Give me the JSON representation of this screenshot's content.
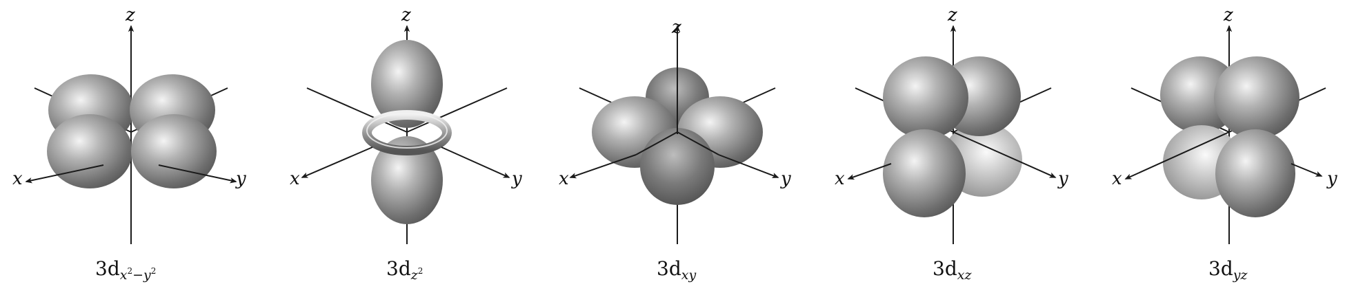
{
  "panels": [
    {
      "axes": {
        "x": "x",
        "y": "y",
        "z": "z"
      },
      "caption": {
        "prefix": "3d",
        "sub_base": "x",
        "sub_sup1": "2",
        "sub_mid": "−y",
        "sub_sup2": "2",
        "sub_tail": ""
      }
    },
    {
      "axes": {
        "x": "x",
        "y": "y",
        "z": "z"
      },
      "caption": {
        "prefix": "3d",
        "sub_base": "z",
        "sub_sup1": "2",
        "sub_mid": "",
        "sub_sup2": "",
        "sub_tail": ""
      }
    },
    {
      "axes": {
        "x": "x",
        "y": "y",
        "z": "z"
      },
      "caption": {
        "prefix": "3d",
        "sub_base": "xy",
        "sub_sup1": "",
        "sub_mid": "",
        "sub_sup2": "",
        "sub_tail": ""
      }
    },
    {
      "axes": {
        "x": "x",
        "y": "y",
        "z": "z"
      },
      "caption": {
        "prefix": "3d",
        "sub_base": "xz",
        "sub_sup1": "",
        "sub_mid": "",
        "sub_sup2": "",
        "sub_tail": ""
      }
    },
    {
      "axes": {
        "x": "x",
        "y": "y",
        "z": "z"
      },
      "caption": {
        "prefix": "3d",
        "sub_base": "yz",
        "sub_sup1": "",
        "sub_mid": "",
        "sub_sup2": "",
        "sub_tail": ""
      }
    }
  ]
}
